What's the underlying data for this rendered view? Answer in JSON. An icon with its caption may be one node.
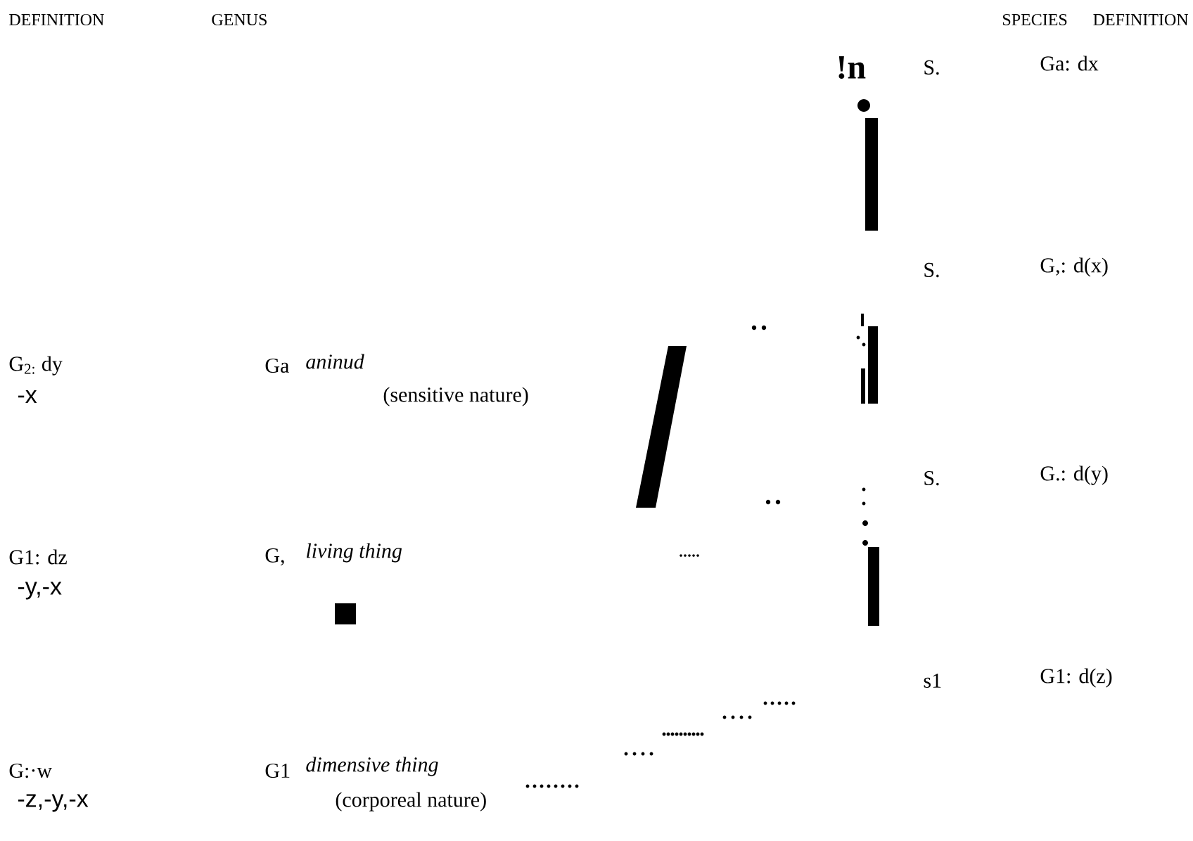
{
  "diagram": {
    "labels": [
      "DEFINITION",
      "GENUS",
      "SPECIES",
      "DEFINITION",
      "!n",
      "S.",
      "Ga: dx",
      "S.",
      "G,: d(x)",
      "G$_{2:}$ dy",
      "Ga",
      "aninud",
      "-x",
      "(sensitive nature)",
      "S.",
      "G.: d(y)",
      "G1: dz",
      "G,",
      "living thing",
      "-y,-x",
      "s1",
      "G1: d(z)",
      "G:·w",
      "G1",
      "dimensive thing",
      "-z,-y,-x",
      "(corporeal nature)"
    ]
  }
}
